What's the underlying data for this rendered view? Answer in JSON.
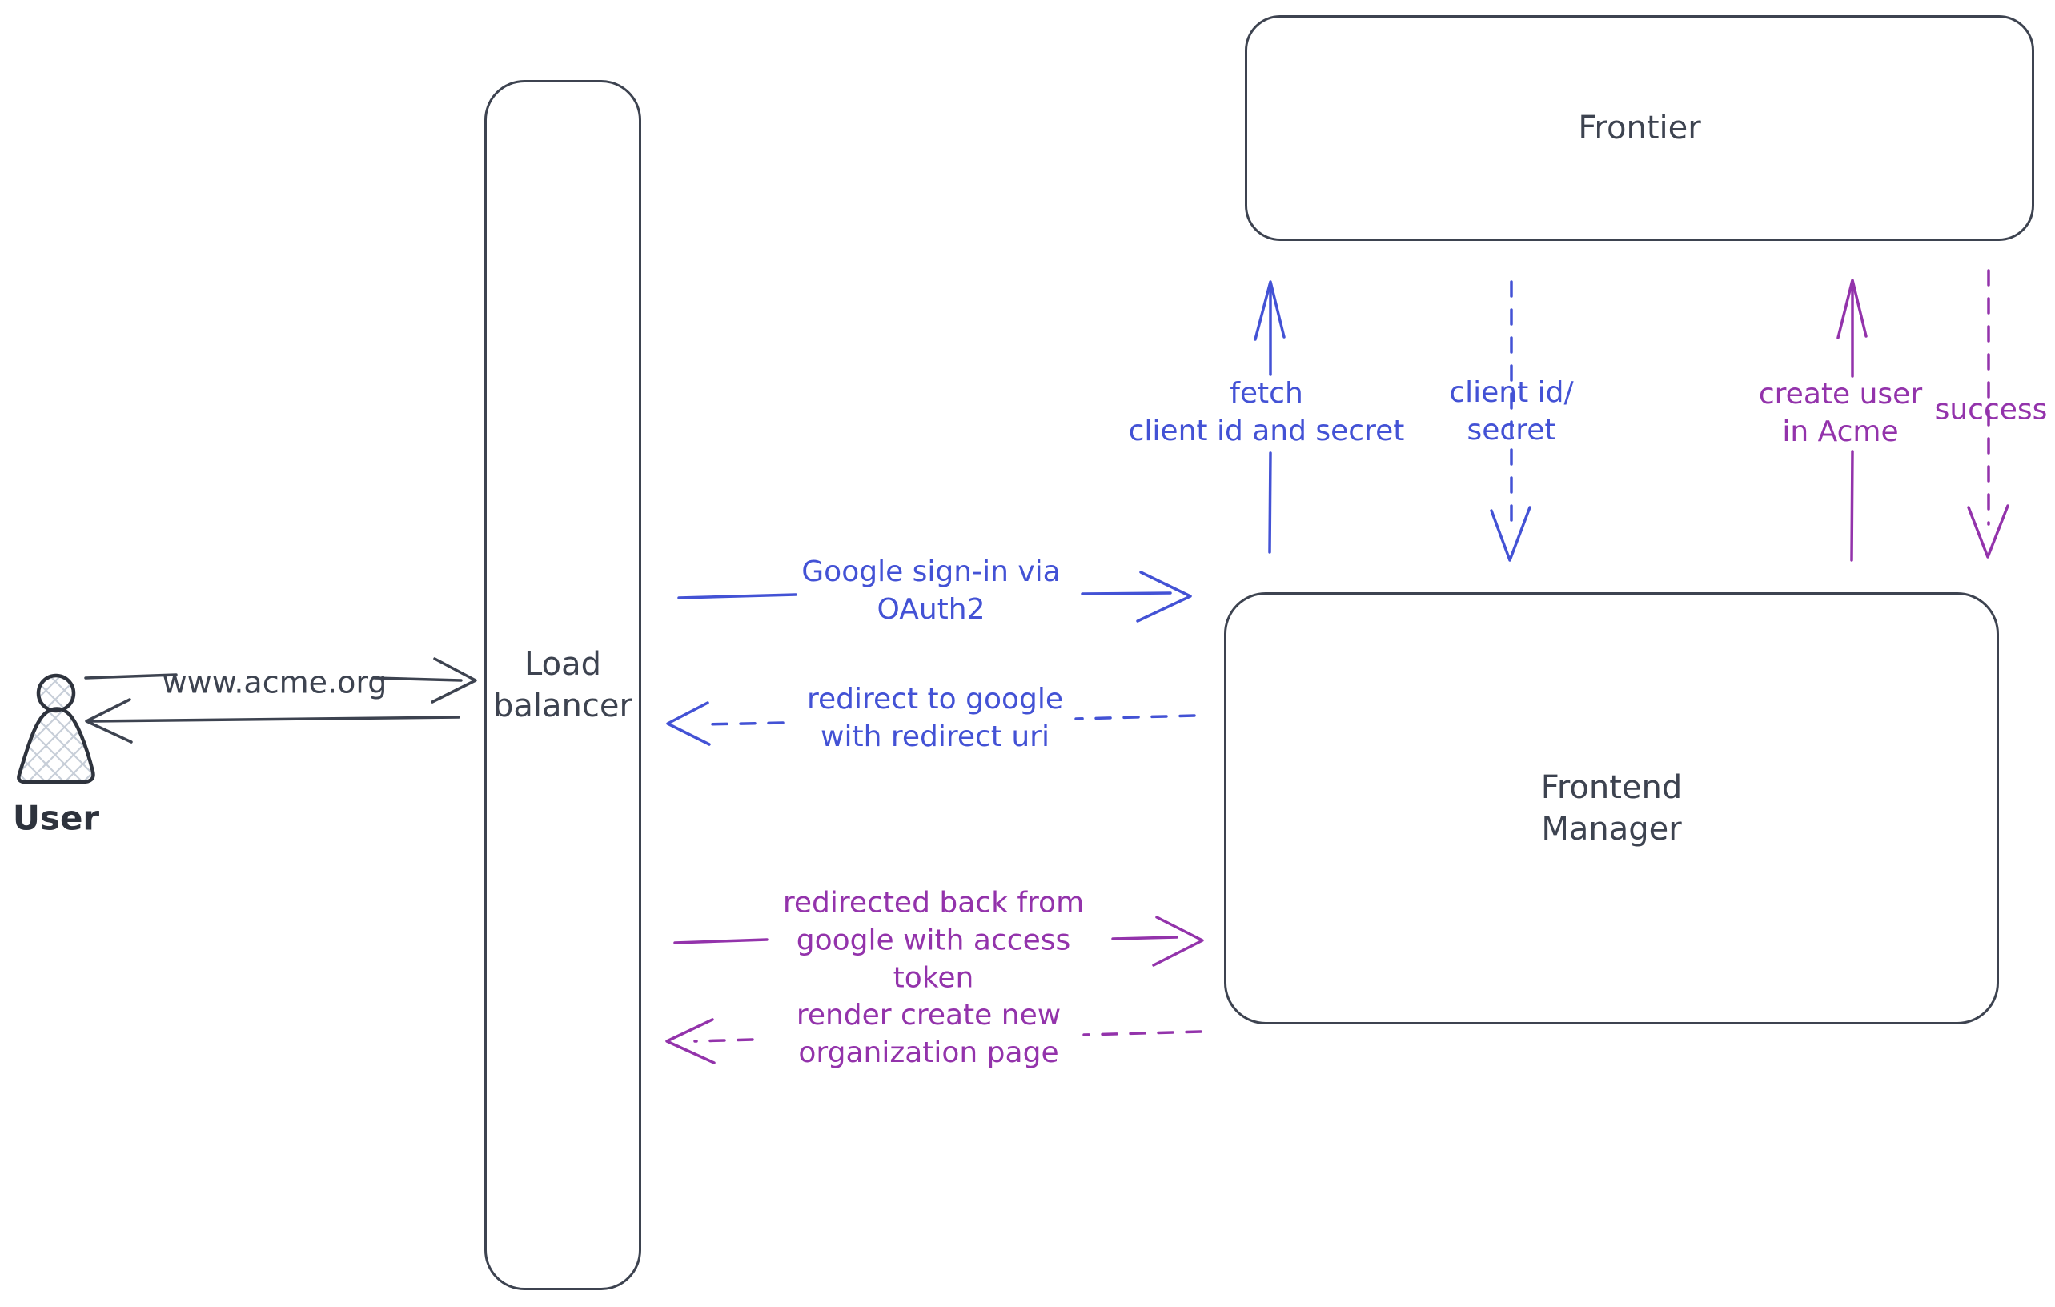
{
  "colors": {
    "box_stroke": "#3d4350",
    "blue_flow": "#4352d5",
    "purple_flow": "#9333ab",
    "hatch_fill": "#c7ced8",
    "background": "#ffffff"
  },
  "nodes": {
    "frontier": {
      "label": "Frontier"
    },
    "load_balancer": {
      "label": "Load\nbalancer"
    },
    "frontend_manager": {
      "label": "Frontend\nManager"
    },
    "user": {
      "label": "User",
      "icon": "person-icon"
    }
  },
  "edges": {
    "www_acme": {
      "label": "www.acme.org",
      "from": "user",
      "to": "load_balancer",
      "line": "solid",
      "direction": "right",
      "color": "dark"
    },
    "lb_to_user_return": {
      "label": "",
      "from": "load_balancer",
      "to": "user",
      "line": "solid",
      "direction": "left",
      "color": "dark"
    },
    "google_signin": {
      "label": "Google sign-in via\nOAuth2",
      "from": "load_balancer",
      "to": "frontend_manager",
      "line": "solid",
      "direction": "right",
      "color": "blue"
    },
    "redirect_google": {
      "label": "redirect to google\nwith redirect uri",
      "from": "frontend_manager",
      "to": "load_balancer",
      "line": "dashed",
      "direction": "left",
      "color": "blue"
    },
    "redirected_back": {
      "label": "redirected back from\ngoogle with access\ntoken",
      "from": "load_balancer",
      "to": "frontend_manager",
      "line": "solid",
      "direction": "right",
      "color": "purple"
    },
    "render_create": {
      "label": "render create new\norganization page",
      "from": "frontend_manager",
      "to": "load_balancer",
      "line": "dashed",
      "direction": "left",
      "color": "purple"
    },
    "fetch_secret": {
      "label": "fetch\nclient id and secret",
      "from": "frontend_manager",
      "to": "frontier",
      "line": "solid",
      "direction": "up",
      "color": "blue"
    },
    "client_id_secret": {
      "label": "client id/\nsecret",
      "from": "frontier",
      "to": "frontend_manager",
      "line": "dashed",
      "direction": "down",
      "color": "blue"
    },
    "create_user": {
      "label": "create user\nin Acme",
      "from": "frontend_manager",
      "to": "frontier",
      "line": "solid",
      "direction": "up",
      "color": "purple"
    },
    "success": {
      "label": "success",
      "from": "frontier",
      "to": "frontend_manager",
      "line": "dashed",
      "direction": "down",
      "color": "purple"
    }
  }
}
